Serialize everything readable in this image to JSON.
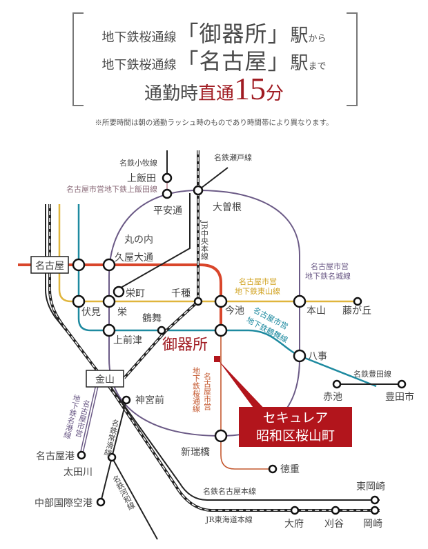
{
  "header": {
    "line1": {
      "prefix": "地下鉄桜通線",
      "station": "「御器所」",
      "suffix": "駅",
      "tail": "から"
    },
    "line2": {
      "prefix": "地下鉄桜通線",
      "station": "「名古屋」",
      "suffix": "駅",
      "tail": "まで"
    },
    "line3": {
      "prefix": "通勤時",
      "highlight": "直通",
      "number": "15",
      "unit": "分"
    },
    "note": "※所要時間は朝の通勤ラッシュ時のものであり時間帯により異なります。"
  },
  "colors": {
    "sakura_dori": "#d9462b",
    "higashiyama": "#e0b53c",
    "tsurumai": "#1e8aa0",
    "meijo": "#6b5a86",
    "accent_red": "#b2151c"
  },
  "map": {
    "line_labels": {
      "meitetsu_komaki": "名鉄小牧線",
      "kamiiida_line": "名古屋市営地下鉄上飯田線",
      "meitetsu_seto": "名鉄瀬戸線",
      "jr_chuo": "JR中央本線",
      "meijo_1": "名古屋市営",
      "meijo_2": "地下鉄名城線",
      "higashiyama_1": "名古屋市営",
      "higashiyama_2": "地下鉄東山線",
      "tsurumai_1": "名古屋市営",
      "tsurumai_2": "地下鉄鶴舞線",
      "sakura_1": "名古屋市営",
      "sakura_2": "地下鉄桜通線",
      "meiko_1": "名古屋市営",
      "meiko_2": "地下鉄名港線",
      "tokoname": "名鉄常滑線",
      "kowa": "名鉄河和線",
      "toyota": "名鉄豊田線",
      "meitetsu_nagoya": "名鉄名古屋本線",
      "jr_tokaido": "JR東海道本線"
    },
    "stations": {
      "kamiiida": "上飯田",
      "heiando": "平安通",
      "ozone": "大曽根",
      "marunouchi": "丸の内",
      "hisaya": "久屋大通",
      "nagoya": "名古屋",
      "sakaemachi": "栄町",
      "chikusa": "千種",
      "fushimi": "伏見",
      "sakae": "栄",
      "imaike": "今池",
      "motoyama": "本山",
      "fujigaoka": "藤が丘",
      "tsurumai": "鶴舞",
      "kamimaezu": "上前津",
      "gokiso": "御器所",
      "yagoto": "八事",
      "kanayama": "金山",
      "jingumae": "神宮前",
      "akaike": "赤池",
      "toyotashi": "豊田市",
      "nagoyako": "名古屋港",
      "otagawa": "太田川",
      "aratamabashi": "新瑞橋",
      "tokushige": "徳重",
      "centrair": "中部国際空港",
      "higashiokazaki": "東岡崎",
      "obu": "大府",
      "kariya": "刈谷",
      "okazaki": "岡崎"
    },
    "callout": {
      "line1": "セキュレア",
      "line2": "昭和区桜山町"
    }
  }
}
